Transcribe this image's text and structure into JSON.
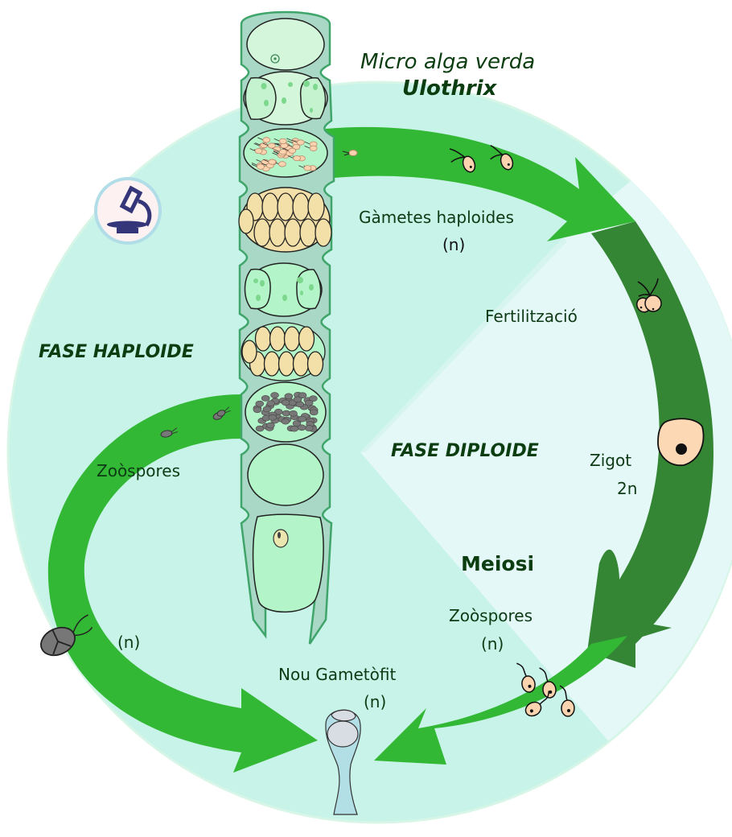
{
  "title": {
    "line1": "Micro alga verda",
    "line2": "Ulothrix"
  },
  "phases": {
    "haploid": "FASE HAPLOIDE",
    "diploid": "FASE DIPLOIDE"
  },
  "labels": {
    "gametes": "Gàmetes haploides",
    "gametes_ploidy": "(n)",
    "fertilization": "Fertilització",
    "zygote": "Zigot",
    "zygote_ploidy": "2n",
    "meiosis": "Meiosi",
    "zoospores_right": "Zoòspores",
    "zoospores_right_ploidy": "(n)",
    "new_gametophyte": "Nou Gametòfit",
    "new_gametophyte_ploidy": "(n)",
    "zoospores_left": "Zoòspores",
    "zoospores_left_ploidy": "(n)"
  },
  "icons": {
    "microscope": "microscope-icon"
  },
  "colors": {
    "haploid_bg": "#c8f3e8",
    "diploid_bg": "#e4f8f7",
    "arrow_light": "#33b835",
    "arrow_dark": "#348534",
    "cell_fill": "#b3f5c8",
    "wall": "#3fa56a",
    "gamete": "#fbd3ae",
    "spore_yellow": "#f3e0a8",
    "zoospore_grey": "#777777",
    "microscope": "#353579",
    "text": "#0d3a14"
  }
}
